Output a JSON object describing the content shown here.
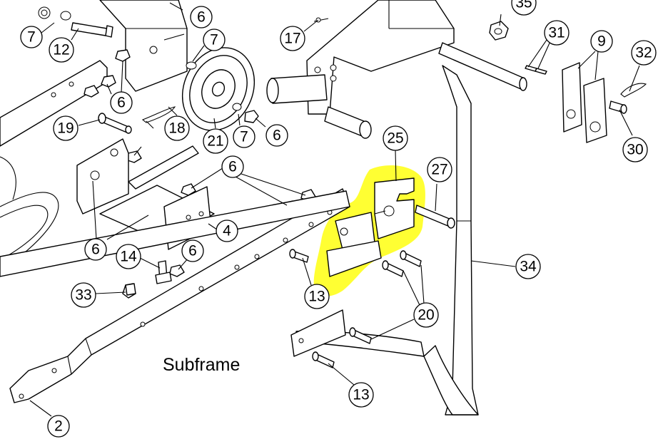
{
  "caption": "Subframe",
  "highlight_color": "#ffff33",
  "callouts": [
    {
      "id": "c7a",
      "label": "7"
    },
    {
      "id": "c12",
      "label": "12"
    },
    {
      "id": "c6a",
      "label": "6"
    },
    {
      "id": "c6b",
      "label": "6"
    },
    {
      "id": "c7b",
      "label": "7"
    },
    {
      "id": "c17",
      "label": "17"
    },
    {
      "id": "c35",
      "label": "35"
    },
    {
      "id": "c31",
      "label": "31"
    },
    {
      "id": "c9",
      "label": "9"
    },
    {
      "id": "c32",
      "label": "32"
    },
    {
      "id": "c19",
      "label": "19"
    },
    {
      "id": "c18",
      "label": "18"
    },
    {
      "id": "c21",
      "label": "21"
    },
    {
      "id": "c7c",
      "label": "7"
    },
    {
      "id": "c6c",
      "label": "6"
    },
    {
      "id": "c6d",
      "label": "6"
    },
    {
      "id": "c30",
      "label": "30"
    },
    {
      "id": "c25",
      "label": "25"
    },
    {
      "id": "c27",
      "label": "27"
    },
    {
      "id": "c6e",
      "label": "6"
    },
    {
      "id": "c4",
      "label": "4"
    },
    {
      "id": "c6f",
      "label": "6"
    },
    {
      "id": "c14",
      "label": "14"
    },
    {
      "id": "c6g",
      "label": "6"
    },
    {
      "id": "c34",
      "label": "34"
    },
    {
      "id": "c33",
      "label": "33"
    },
    {
      "id": "c13a",
      "label": "13"
    },
    {
      "id": "c20",
      "label": "20"
    },
    {
      "id": "c13b",
      "label": "13"
    },
    {
      "id": "c2",
      "label": "2"
    }
  ]
}
